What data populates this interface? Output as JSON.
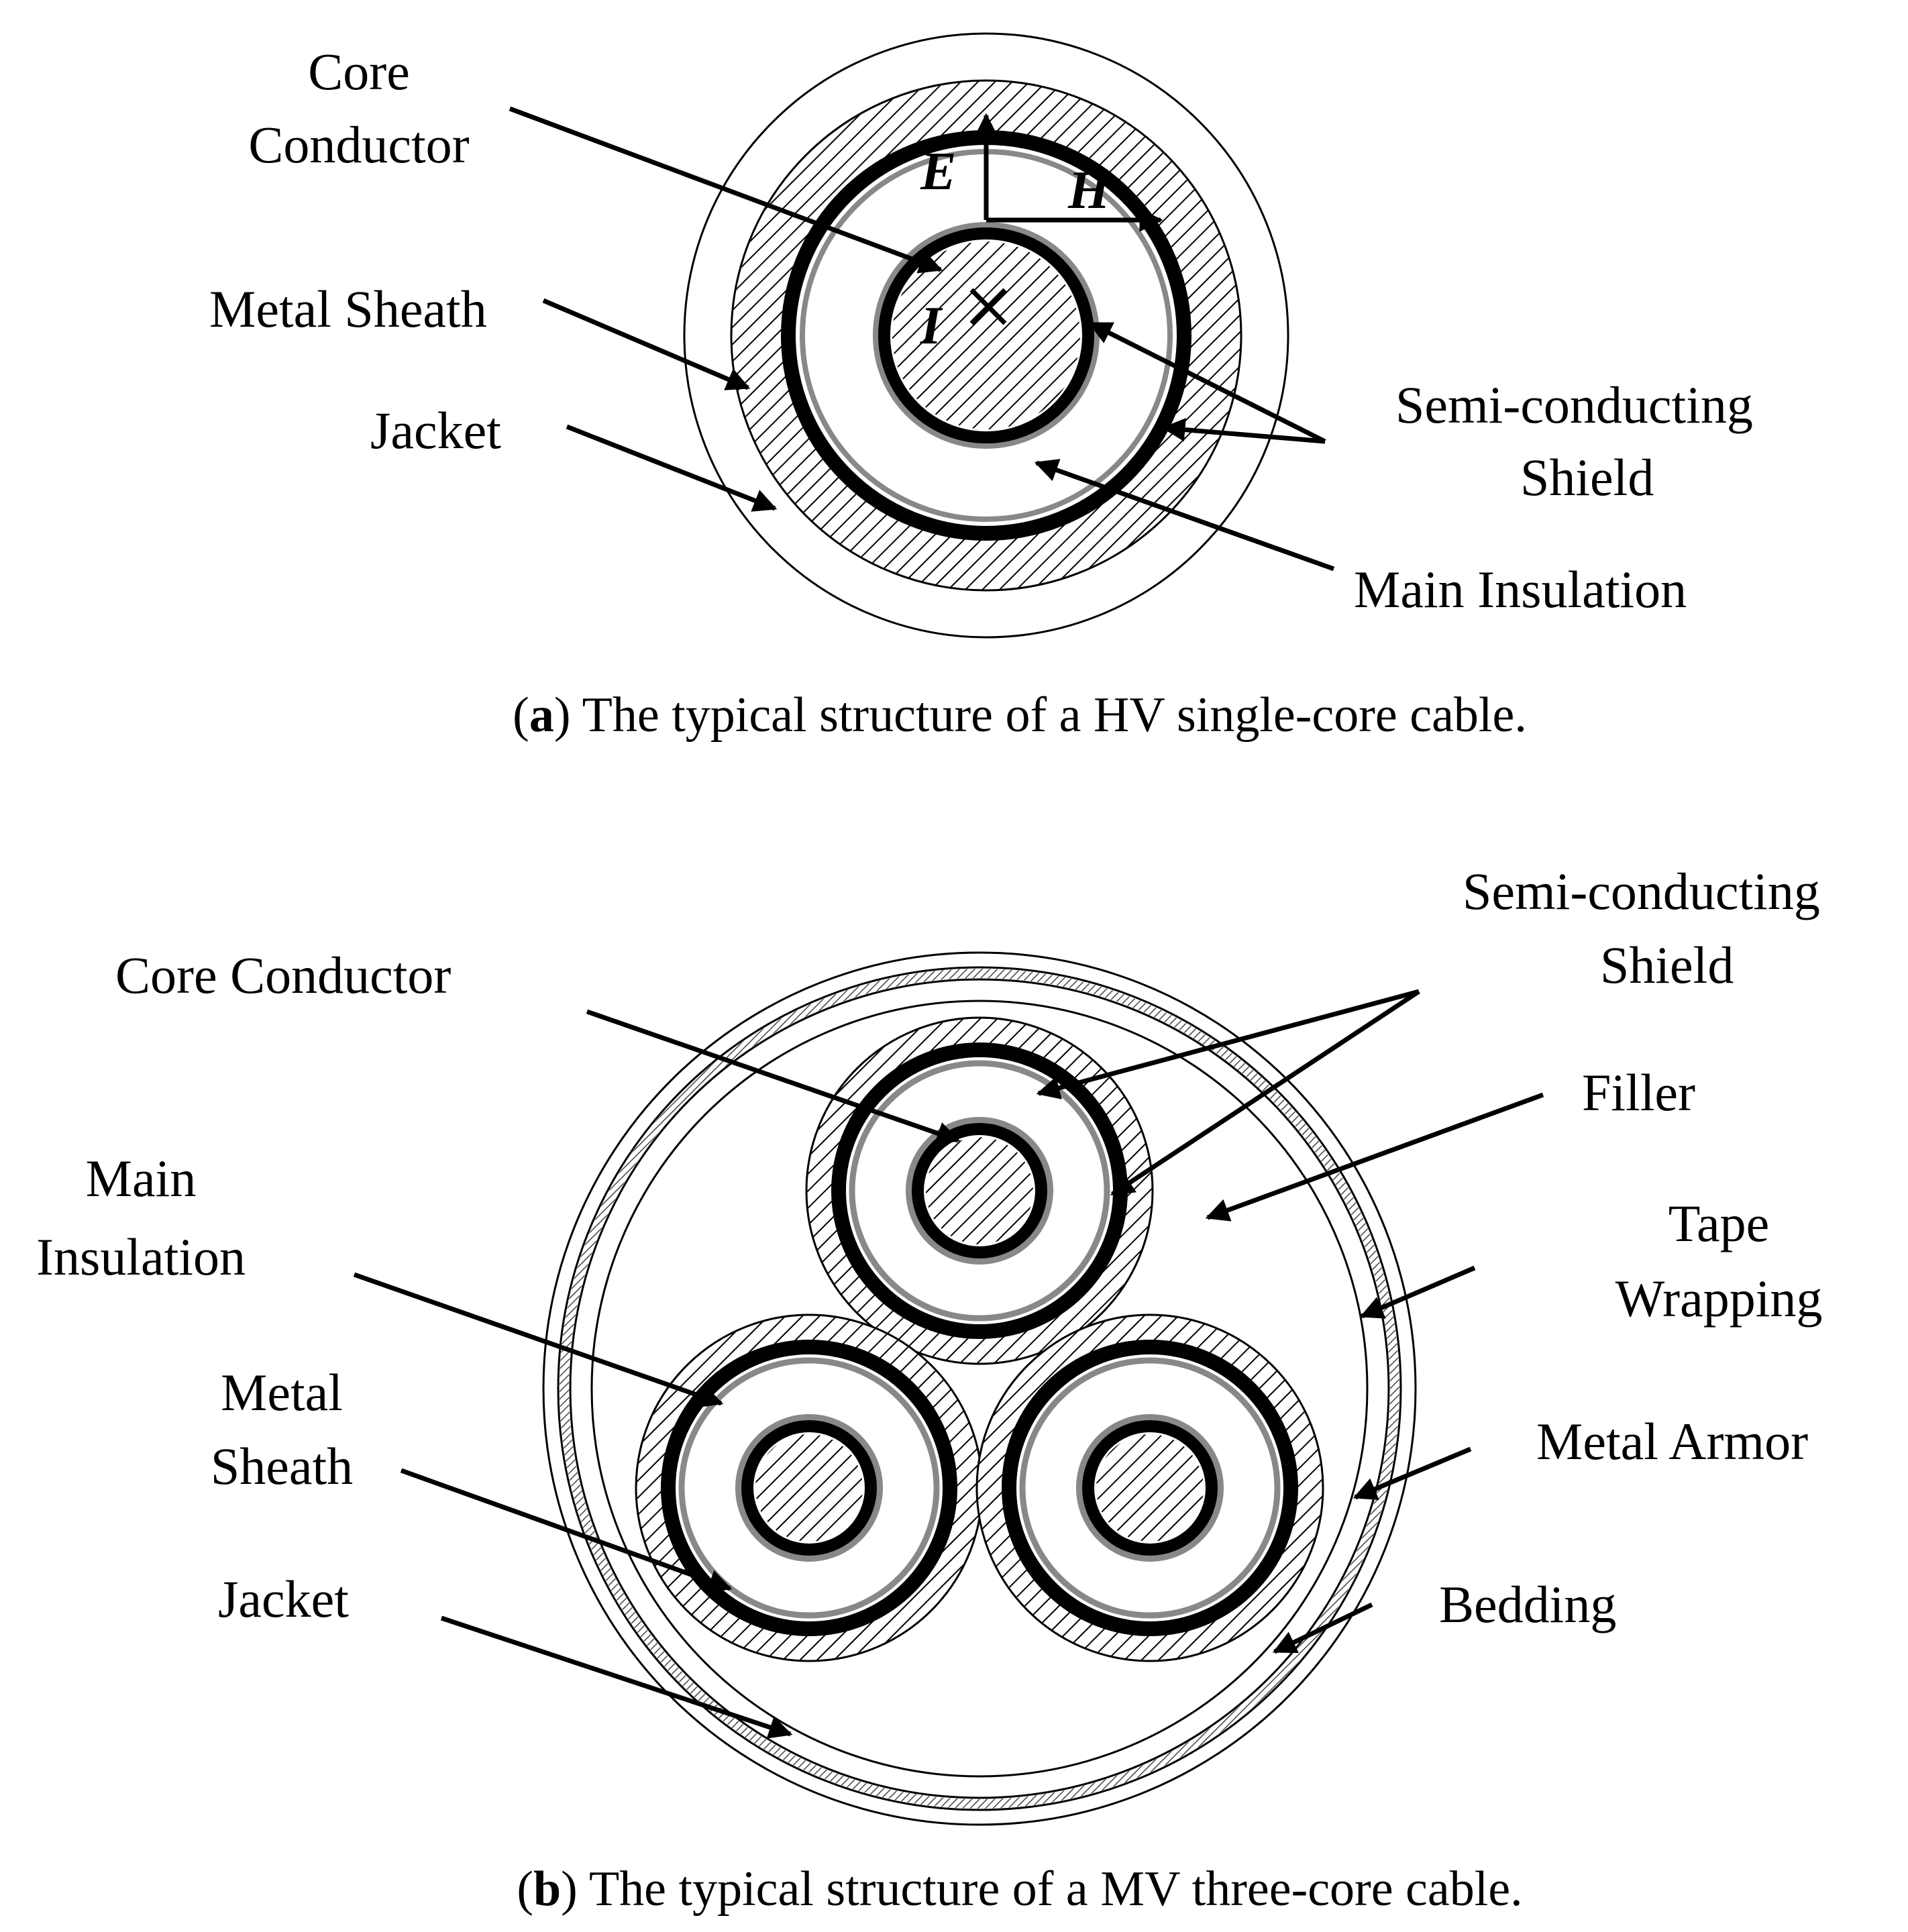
{
  "figure_a": {
    "labels": {
      "core_conductor_l1": "Core",
      "core_conductor_l2": "Conductor",
      "metal_sheath": "Metal Sheath",
      "jacket": "Jacket",
      "semi_shield_l1": "Semi-conducting",
      "semi_shield_l2": "Shield",
      "main_insulation": "Main Insulation"
    },
    "vectors": {
      "e": "E",
      "h": "H",
      "i": "I"
    },
    "caption_letter": "a",
    "caption_text": " The typical structure of a HV single-core cable."
  },
  "figure_b": {
    "labels": {
      "semi_shield_l1": "Semi-conducting",
      "semi_shield_l2": "Shield",
      "core_conductor": "Core Conductor",
      "filler": "Filler",
      "main_insulation_l1": "Main",
      "main_insulation_l2": "Insulation",
      "tape_wrapping_l1": "Tape",
      "tape_wrapping_l2": "Wrapping",
      "metal_sheath_l1": "Metal",
      "metal_sheath_l2": "Sheath",
      "metal_armor": "Metal Armor",
      "jacket": "Jacket",
      "bedding": "Bedding"
    },
    "caption_letter": "b",
    "caption_text": " The typical structure of a MV three-core cable."
  }
}
